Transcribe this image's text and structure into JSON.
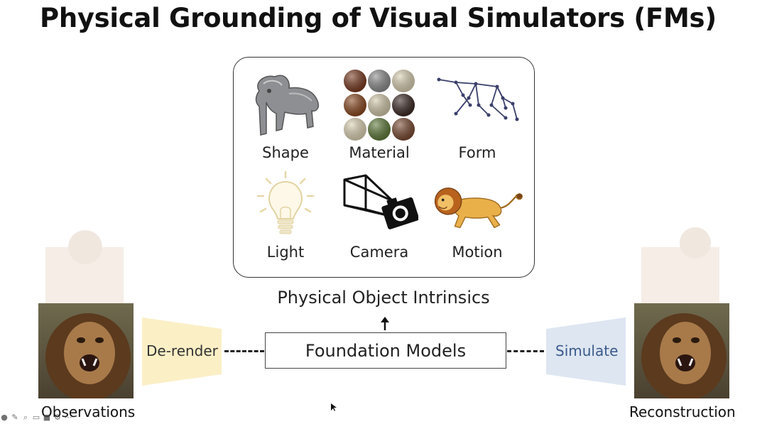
{
  "slide": {
    "title": "Physical Grounding of Visual Simulators (FMs)",
    "intrinsics": [
      {
        "label": "Shape",
        "icon": "lion-mesh-icon"
      },
      {
        "label": "Material",
        "icon": "material-spheres-icon"
      },
      {
        "label": "Form",
        "icon": "skeleton-icon"
      },
      {
        "label": "Light",
        "icon": "lightbulb-icon"
      },
      {
        "label": "Camera",
        "icon": "camera-icon"
      },
      {
        "label": "Motion",
        "icon": "running-lion-icon"
      }
    ],
    "intrinsics_caption": "Physical Object Intrinsics",
    "foundation_models": "Foundation Models",
    "derender_label": "De-render",
    "simulate_label": "Simulate",
    "observations_label": "Observations",
    "reconstruction_label": "Reconstruction"
  },
  "colors": {
    "derender_fill": "#fbefc6",
    "derender_text": "#333333",
    "simulate_fill": "#dde6f1",
    "simulate_text": "#3b5a8a",
    "sphere_colors": [
      "#7a3b22",
      "#8c8c8c",
      "#d9cfb2",
      "#8b4a22",
      "#d2c8aa",
      "#3c2a26",
      "#ddd2b4",
      "#5f7a3a",
      "#7a4a32"
    ]
  },
  "toolbar": {
    "icons": [
      "menu-icon",
      "pen-icon",
      "zoom-icon",
      "captions-icon",
      "video-icon",
      "settings-icon",
      "more-icon"
    ]
  }
}
